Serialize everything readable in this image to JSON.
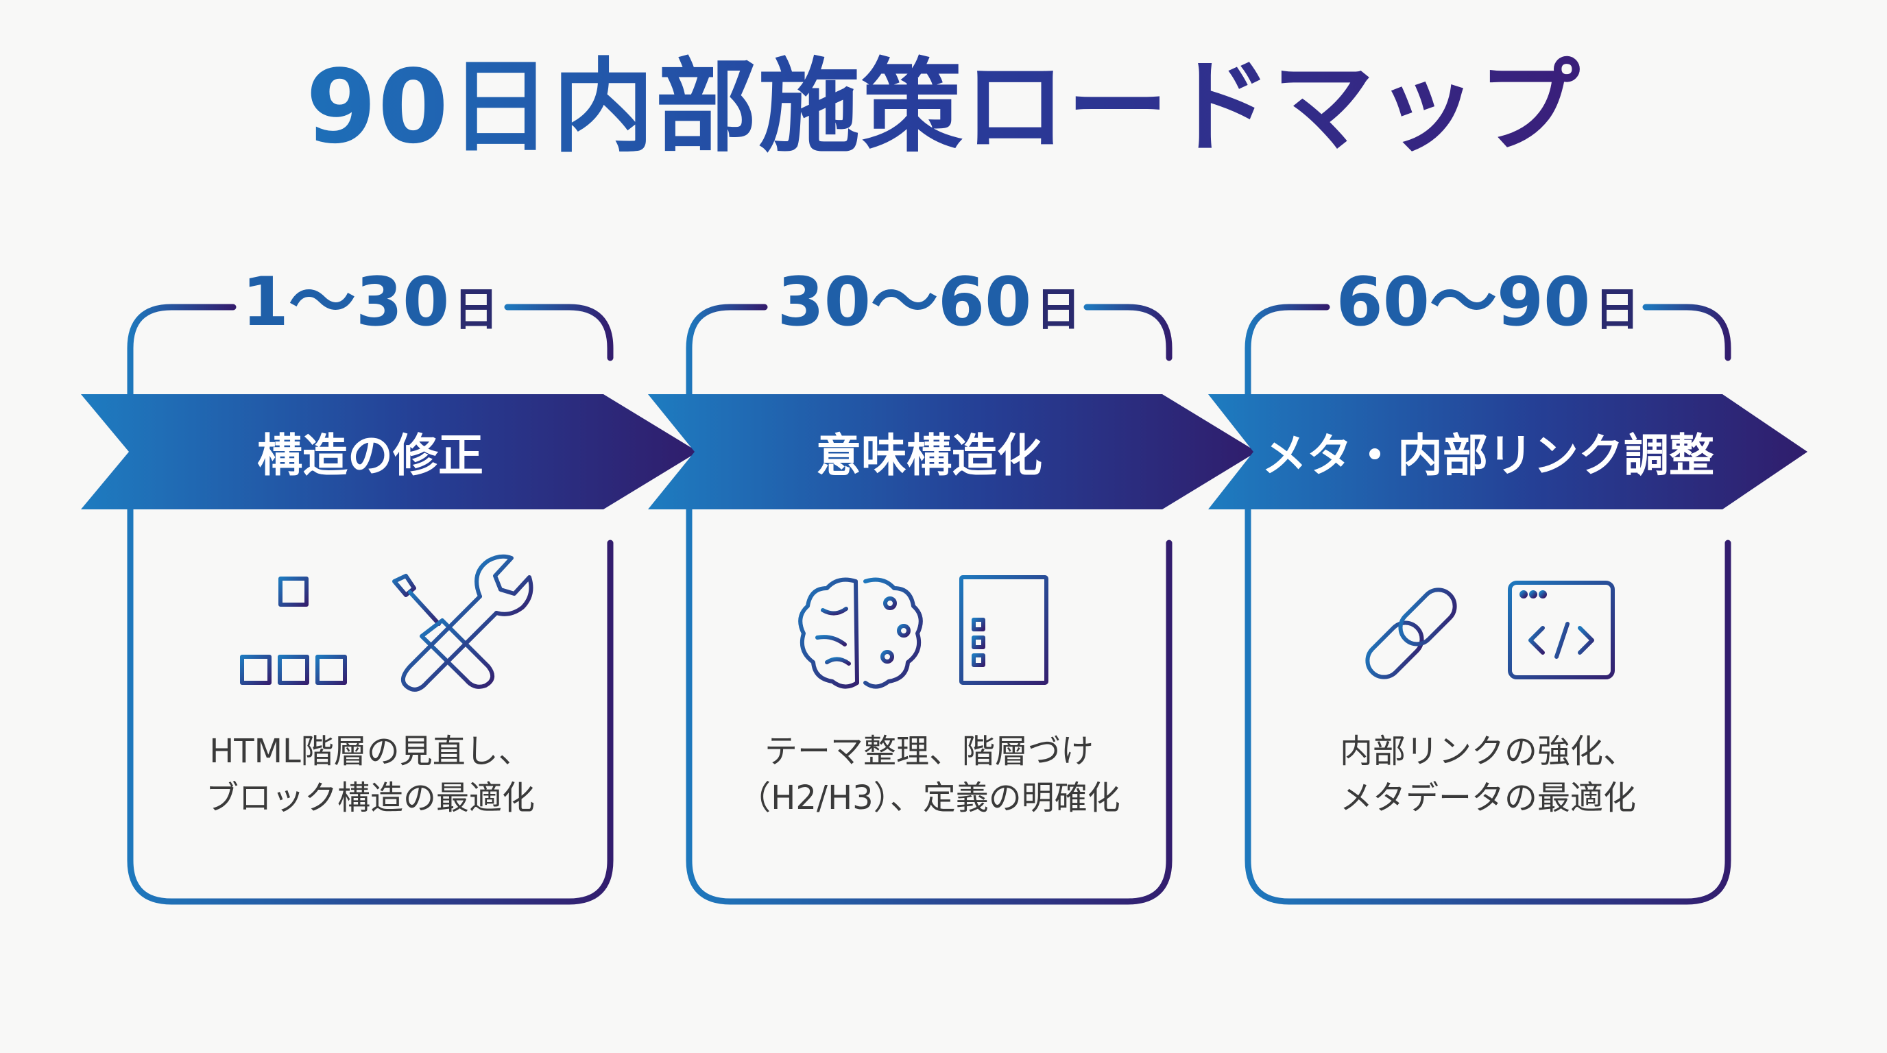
{
  "title": "90日内部施策ロードマップ",
  "colors": {
    "gradient_start": "#1e78bd",
    "gradient_end": "#331d6e",
    "text_dark": "#3a3a3a",
    "background": "#f8f8f7"
  },
  "phases": [
    {
      "range": "1〜30",
      "unit": "日",
      "label": "構造の修正",
      "icons": [
        "sitemap-icon",
        "wrench-screwdriver-icon"
      ],
      "desc_line1": "HTML階層の見直し、",
      "desc_line2": "ブロック構造の最適化"
    },
    {
      "range": "30〜60",
      "unit": "日",
      "label": "意味構造化",
      "icons": [
        "brain-circuit-icon",
        "document-list-icon"
      ],
      "desc_line1": "テーマ整理、階層づけ",
      "desc_line2": "（H2/H3）、定義の明確化"
    },
    {
      "range": "60〜90",
      "unit": "日",
      "label": "メタ・内部リンク調整",
      "icons": [
        "chain-link-icon",
        "code-window-icon"
      ],
      "desc_line1": "内部リンクの強化、",
      "desc_line2": "メタデータの最適化"
    }
  ]
}
